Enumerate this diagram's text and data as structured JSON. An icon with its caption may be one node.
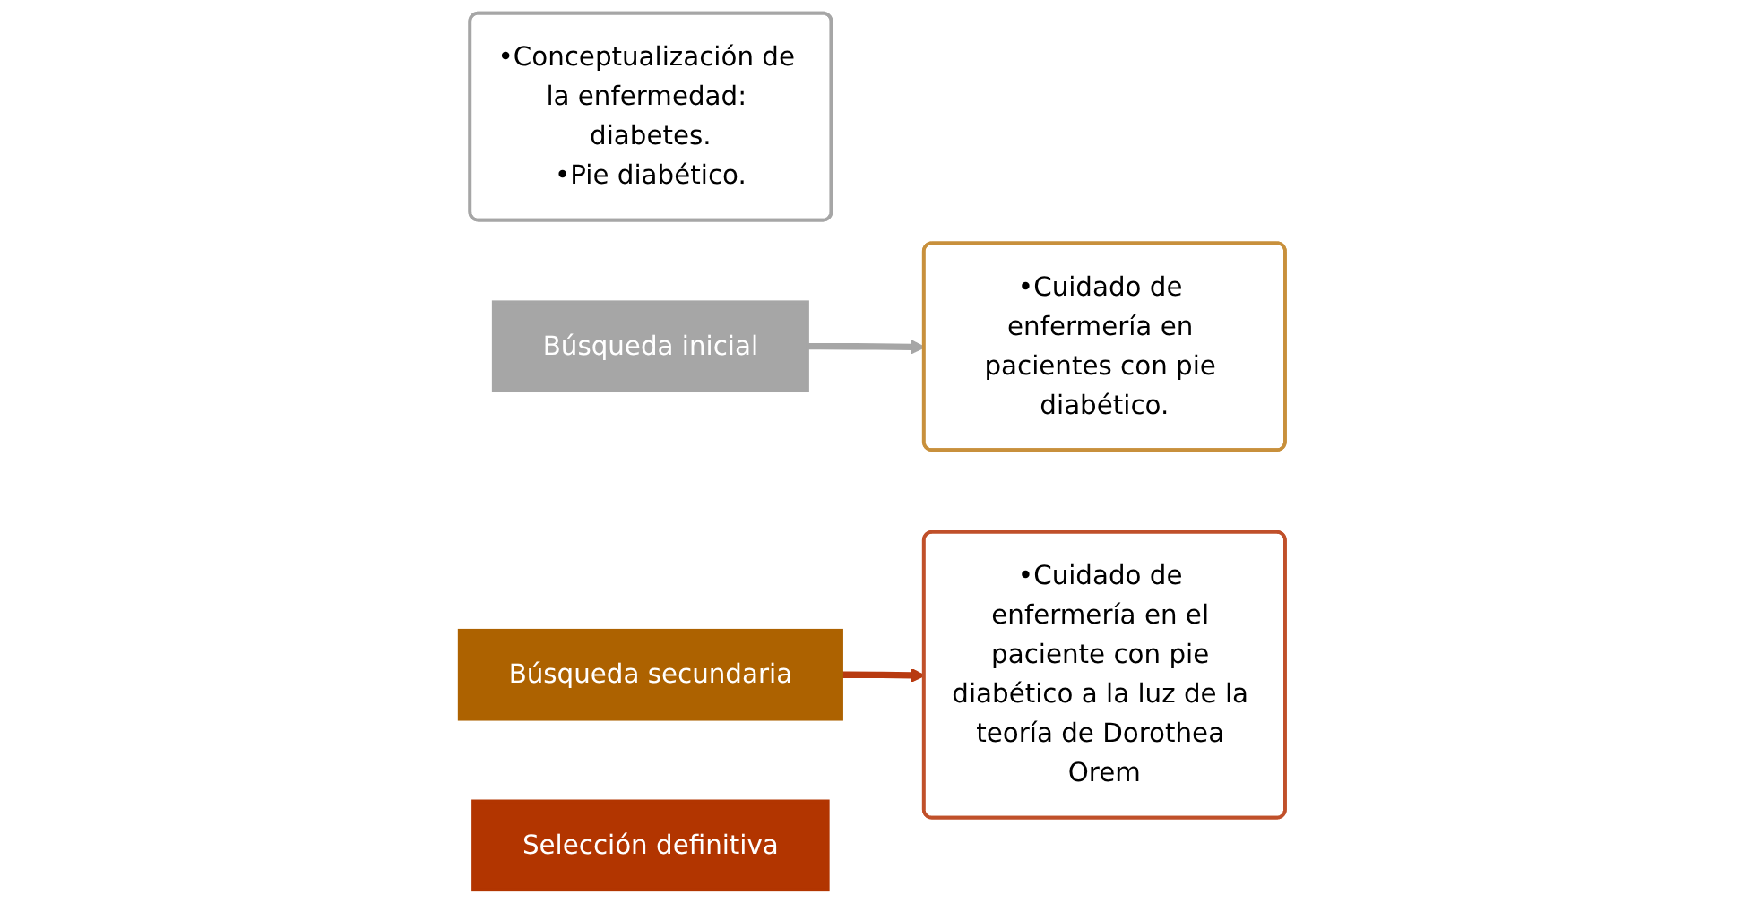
{
  "diagram": {
    "nodes": [
      {
        "text": [
          "•Conceptualización de la enfermedad: diabetes.",
          "•Pie diabético."
        ]
      },
      {
        "text": [
          "Búsqueda inicial"
        ]
      },
      {
        "text": [
          "•Cuidado de enfermería en pacientes con pie diabético."
        ]
      },
      {
        "text": [
          "Búsqueda secundaria"
        ]
      },
      {
        "text": [
          "•Cuidado de enfermería en el paciente con pie diabético a la luz de la teoría de Dorothea Orem"
        ]
      },
      {
        "text": [
          "Selección definitiva"
        ]
      }
    ],
    "edges": [
      {
        "from": 1,
        "to": 2,
        "arrow": "to",
        "color": "#a6a6a6"
      },
      {
        "from": 3,
        "to": 4,
        "arrow": "to",
        "color": "#b83a10"
      }
    ]
  }
}
